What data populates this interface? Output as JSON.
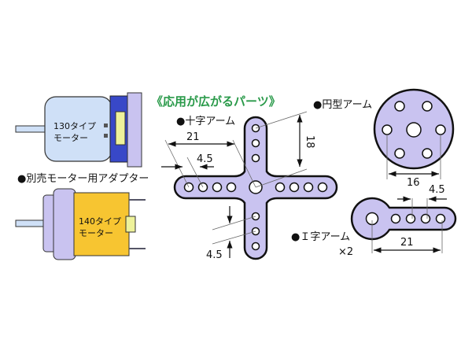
{
  "title": "《応用が広がるパーツ》",
  "colors": {
    "title": "#2a9a4a",
    "part": "#c9c3f0",
    "motor130": "#cfe0f7",
    "motor140": "#f7c531",
    "adapter": "#3848c8",
    "outline": "#111111"
  },
  "motors": {
    "m130": {
      "line1": "130タイプ",
      "line2": "モーター"
    },
    "adapter_label": "●別売モーター用アダプター",
    "m140": {
      "line1": "140タイプ",
      "line2": "モーター"
    }
  },
  "cross_arm": {
    "label": "●十字アーム",
    "dim_length": "21",
    "dim_pitch": "4.5",
    "dim_height": "18",
    "dim_pitch_vertical": "4.5"
  },
  "round_arm": {
    "label": "●円型アーム",
    "dim_span": "16"
  },
  "i_arm": {
    "label": "●Ｉ字アーム",
    "count": "×2",
    "dim_pitch": "4.5",
    "dim_length": "21"
  }
}
